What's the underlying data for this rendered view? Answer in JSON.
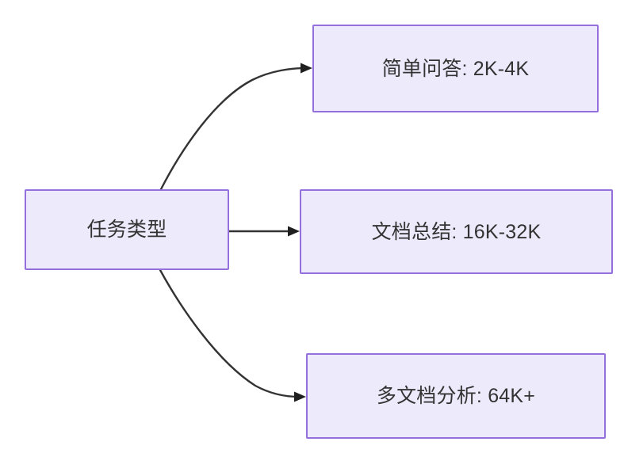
{
  "diagram": {
    "type": "flowchart",
    "direction": "left-to-right",
    "background_color": "#ffffff",
    "node_fill_color": "#ECEAFB",
    "node_border_color": "#9370DB",
    "node_text_color": "#333333",
    "edge_color": "#333333",
    "root": {
      "id": "root",
      "label": "任务类型"
    },
    "branches": [
      {
        "id": "simple-qa",
        "label": "简单问答: 2K-4K",
        "task": "简单问答",
        "context_range": "2K-4K",
        "edge_style": "curved"
      },
      {
        "id": "doc-summary",
        "label": "文档总结: 16K-32K",
        "task": "文档总结",
        "context_range": "16K-32K",
        "edge_style": "straight"
      },
      {
        "id": "multi-doc",
        "label": "多文档分析: 64K+",
        "task": "多文档分析",
        "context_range": "64K+",
        "edge_style": "curved"
      }
    ],
    "edges": [
      {
        "from": "root",
        "to": "simple-qa",
        "arrow": "arrowhead-up"
      },
      {
        "from": "root",
        "to": "doc-summary",
        "arrow": "arrowhead-right"
      },
      {
        "from": "root",
        "to": "multi-doc",
        "arrow": "arrowhead-down"
      }
    ]
  }
}
